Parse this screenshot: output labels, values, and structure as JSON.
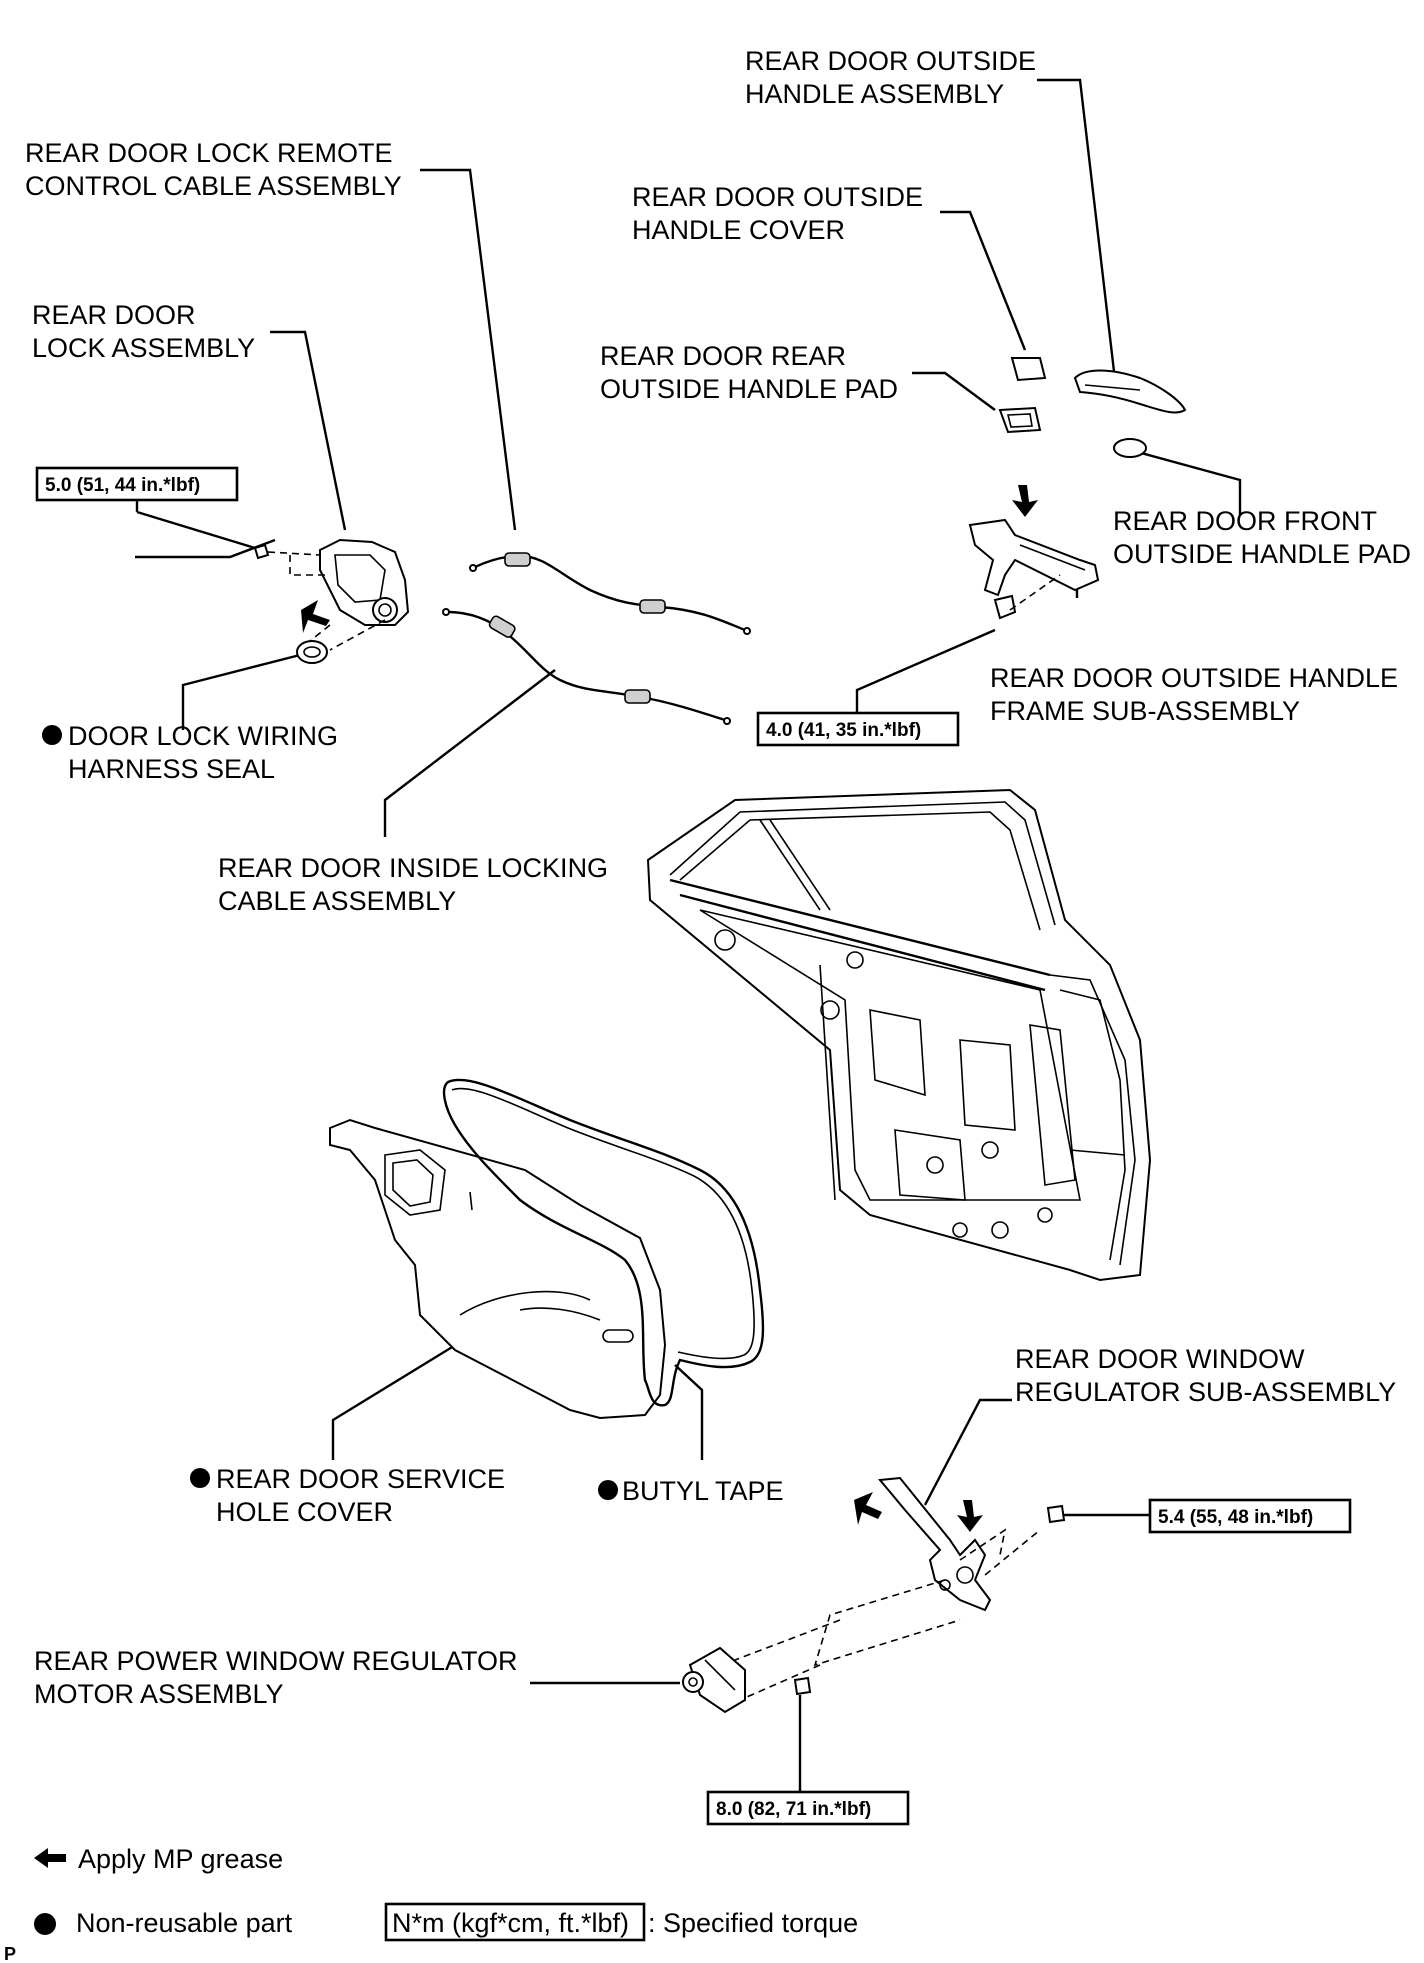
{
  "labels": {
    "outside_handle_assy": [
      "REAR DOOR OUTSIDE",
      "HANDLE ASSEMBLY"
    ],
    "remote_cable": [
      "REAR DOOR LOCK REMOTE",
      "CONTROL CABLE ASSEMBLY"
    ],
    "outside_handle_cover": [
      "REAR DOOR OUTSIDE",
      "HANDLE COVER"
    ],
    "lock_assy": [
      "REAR DOOR",
      "LOCK ASSEMBLY"
    ],
    "rear_handle_pad": [
      "REAR DOOR REAR",
      "OUTSIDE HANDLE PAD"
    ],
    "front_handle_pad": [
      "REAR DOOR FRONT",
      "OUTSIDE HANDLE PAD"
    ],
    "handle_frame": [
      "REAR DOOR OUTSIDE HANDLE",
      "FRAME SUB-ASSEMBLY"
    ],
    "harness_seal": [
      "DOOR LOCK WIRING",
      "HARNESS SEAL"
    ],
    "inside_cable": [
      "REAR DOOR INSIDE LOCKING",
      "CABLE ASSEMBLY"
    ],
    "regulator": [
      "REAR DOOR WINDOW",
      "REGULATOR SUB-ASSEMBLY"
    ],
    "service_cover": [
      "REAR DOOR SERVICE",
      "HOLE COVER"
    ],
    "butyl_tape": "BUTYL TAPE",
    "motor": [
      "REAR POWER WINDOW REGULATOR",
      "MOTOR ASSEMBLY"
    ]
  },
  "torques": {
    "lock": "5.0 (51, 44 in.*lbf)",
    "handle_frame": "4.0 (41, 35 in.*lbf)",
    "regulator": "5.4 (55, 48 in.*lbf)",
    "motor": "8.0 (82, 71 in.*lbf)"
  },
  "legend": {
    "grease": "Apply MP grease",
    "nonreusable": "Non-reusable part",
    "torque_unit": "N*m (kgf*cm, ft.*lbf)",
    "torque_desc": ": Specified torque"
  },
  "corner_mark": "P",
  "icons": {
    "grease": "arrow-left-filled-icon",
    "nonreusable": "filled-circle-icon"
  }
}
